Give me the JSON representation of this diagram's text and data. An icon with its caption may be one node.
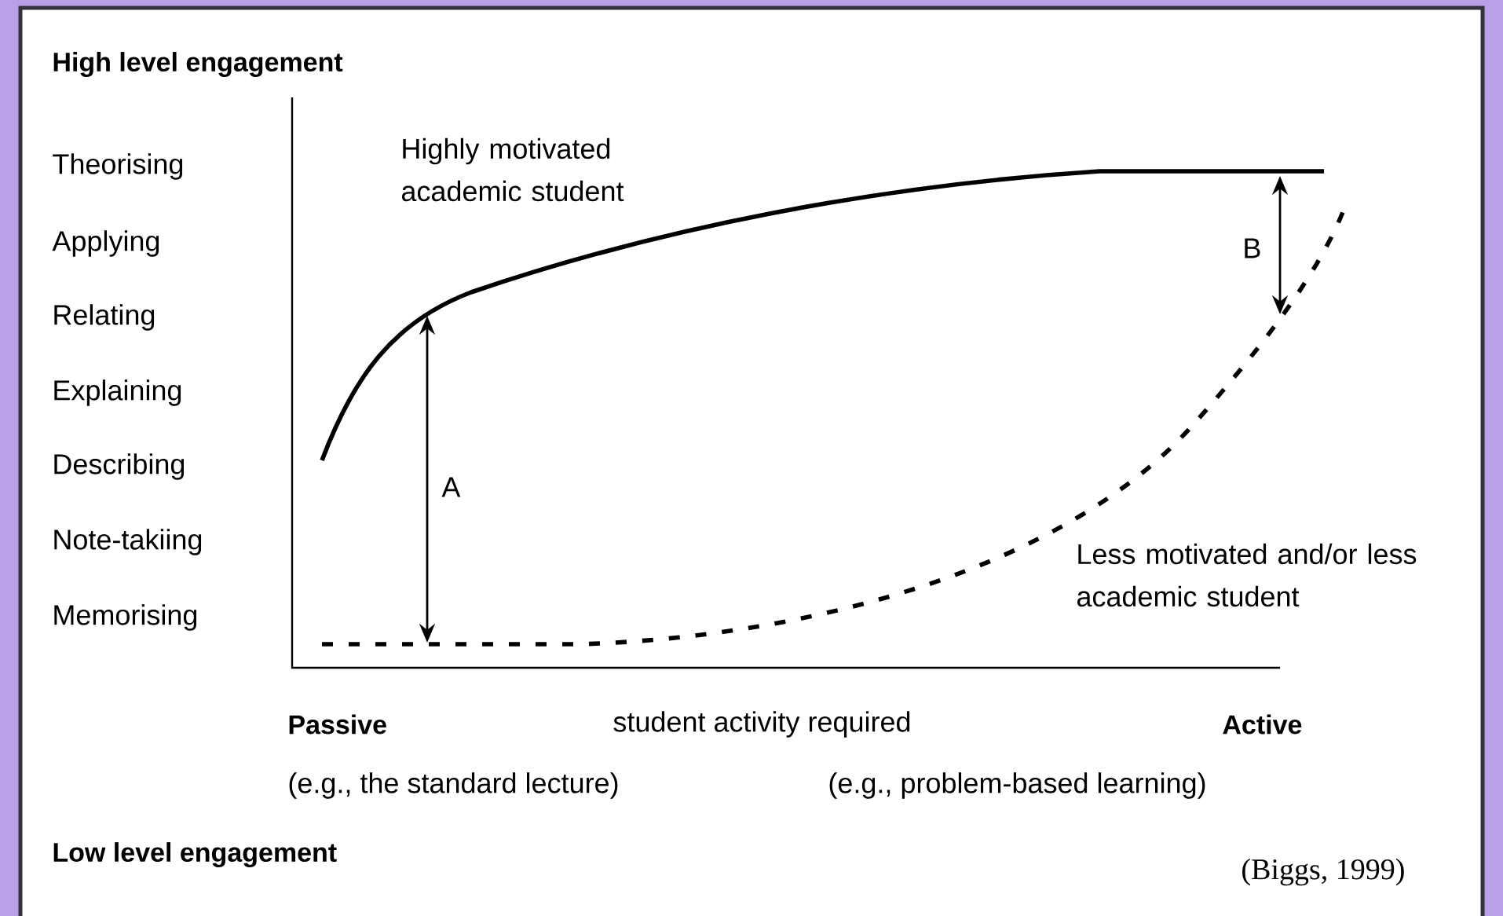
{
  "diagram": {
    "labels": [
      "High level engagement",
      "Theorising",
      "Highly motivated academic student",
      "Applying",
      "B",
      "Relating",
      "Explaining",
      "Describing",
      "A",
      "Note-takiing",
      "Less motivated and/or less academic student",
      "Memorising",
      "Passive",
      "student activity required",
      "Active",
      "(e.g., the standard lecture)",
      "(e.g., problem-based learning)",
      "Low level engagement",
      "(Biggs, 1999)"
    ]
  }
}
